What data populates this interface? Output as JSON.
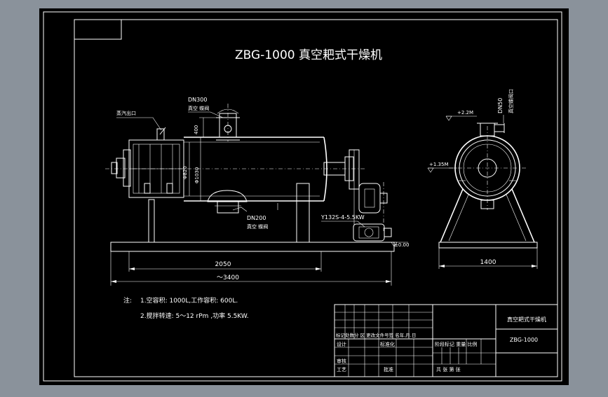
{
  "drawing": {
    "title": "ZBG-1000 真空耙式干燥机",
    "background_color": "#000000",
    "frame_color": "#8a929b",
    "line_color": "#ffffff"
  },
  "labels": {
    "steam_outlet": "蒸汽出口",
    "dn300": "DN300",
    "dn300_sub": "真空 蝶阀",
    "dim_400": "400",
    "dim_820": "Φ820",
    "dim_1030": "Φ1030",
    "dn200": "DN200",
    "dn200_sub": "真空 蝶阀",
    "motor": "Y132S-4-5.5KW",
    "level_000": "±0.00",
    "dim_2050": "2050",
    "dim_3400": "～3400",
    "level_22": "+2.2M",
    "level_135": "+1.35M",
    "dn50": "DN50",
    "dn50_sub": "真空蝶阀口",
    "dim_1400": "1400"
  },
  "notes": {
    "heading": "注:",
    "line1": "1.空容积: 1000L,工作容积: 600L.",
    "line2": "2.搅拌转速: 5～12 rPm ,功率 5.5KW."
  },
  "title_block": {
    "name": "真空耙式干燥机",
    "model": "ZBG-1000",
    "row_labels": "标记处数分 区 更改文件号签 名年.月.日",
    "design": "设计",
    "standardize": "标准化",
    "review": "审核",
    "process": "工艺",
    "approve": "批准",
    "stage_row": "阶段标记 重量 比例",
    "sheets": "共 张 第 张"
  }
}
